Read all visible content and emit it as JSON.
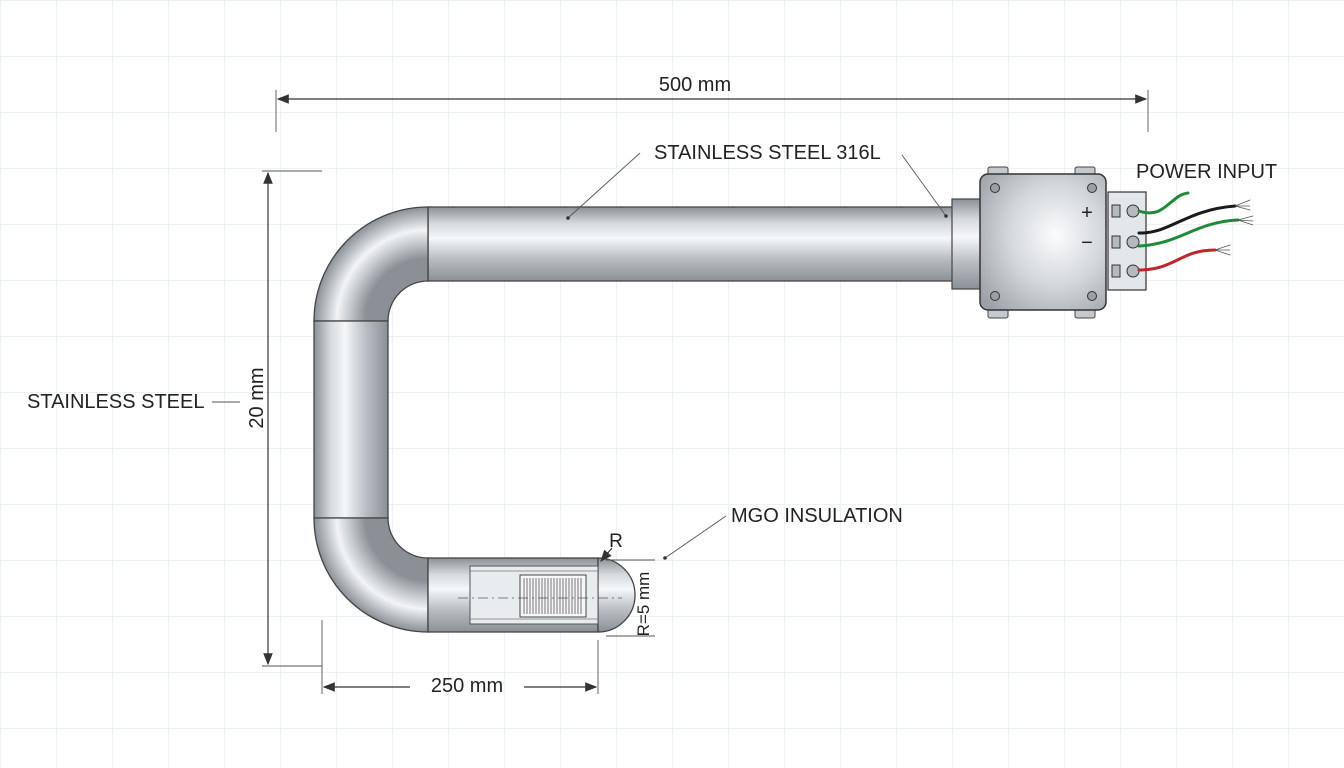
{
  "dimensions": {
    "overall_length": "500 mm",
    "height": "20 mm",
    "bottom_length": "250 mm",
    "tip_radius_symbol": "R",
    "tip_radius": "R=5 mm"
  },
  "labels": {
    "tube_material": "STAINLESS STEEL 316L",
    "side_material": "STAINLESS STEEL",
    "insulation": "MGO INSULATION",
    "power": "POWER INPUT"
  },
  "terminals": {
    "positive": "+",
    "negative": "−"
  },
  "colors": {
    "wire_green": "#1f8a3a",
    "wire_black": "#1a1a1a",
    "wire_red": "#c0262c",
    "steel_dark": "#8a9096",
    "steel_light": "#f4f6f8"
  }
}
